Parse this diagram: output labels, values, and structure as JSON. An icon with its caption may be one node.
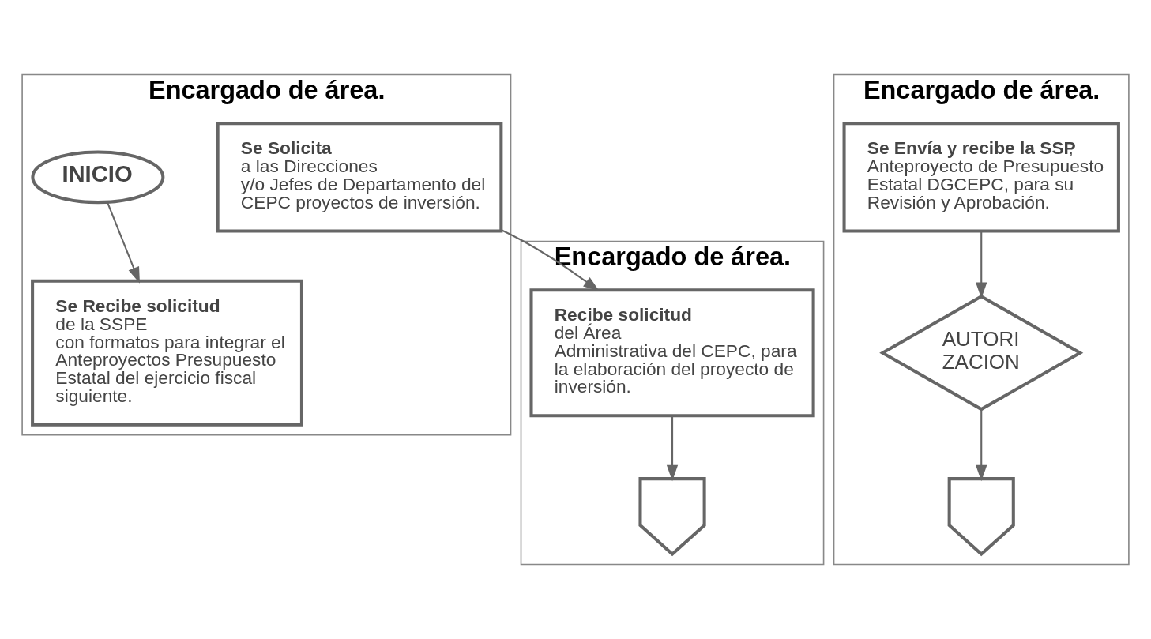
{
  "diagram": {
    "nodes": [
      {
        "text": [
          "Encargado de área."
        ]
      },
      {
        "text": [
          "INICIO"
        ],
        "in": 0
      },
      {
        "text": [
          "**Se Recibe solicitud** de la SSPE con formatos para integrar el Anteproyectos Presupuesto Estatal del ejercicio fiscal siguiente."
        ],
        "in": 0
      },
      {
        "text": [
          "**Se Solicita** a las Direcciones y/o Jefes de Departamento del CEPC proyectos de inversión."
        ],
        "in": 0
      },
      {
        "text": [
          "Encargado de área."
        ]
      },
      {
        "text": [
          "**Recibe solicitud** del Área Administrativa del CEPC, para la elaboración del proyecto de inversión."
        ],
        "in": 4
      },
      {
        "text": [],
        "shape": "pentagon",
        "in": 4
      },
      {
        "text": [
          "Encargado de área."
        ]
      },
      {
        "text": [
          "**Se Envía y recibe la SSP**, Anteproyecto de Presupuesto Estatal DGCEPC, para su Revisión y Aprobación."
        ],
        "in": 7
      },
      {
        "text": [
          "AUTORI ZACION"
        ],
        "in": 7
      },
      {
        "text": [],
        "shape": "pentagon",
        "in": 7
      }
    ],
    "edges": [
      {
        "from": 1,
        "to": 2,
        "arrow": "to"
      },
      {
        "from": 3,
        "to": 5,
        "arrow": "to"
      },
      {
        "from": 5,
        "to": 6,
        "arrow": "to"
      },
      {
        "from": 8,
        "to": 9,
        "arrow": "to"
      },
      {
        "from": 9,
        "to": 10,
        "arrow": "to"
      }
    ]
  }
}
